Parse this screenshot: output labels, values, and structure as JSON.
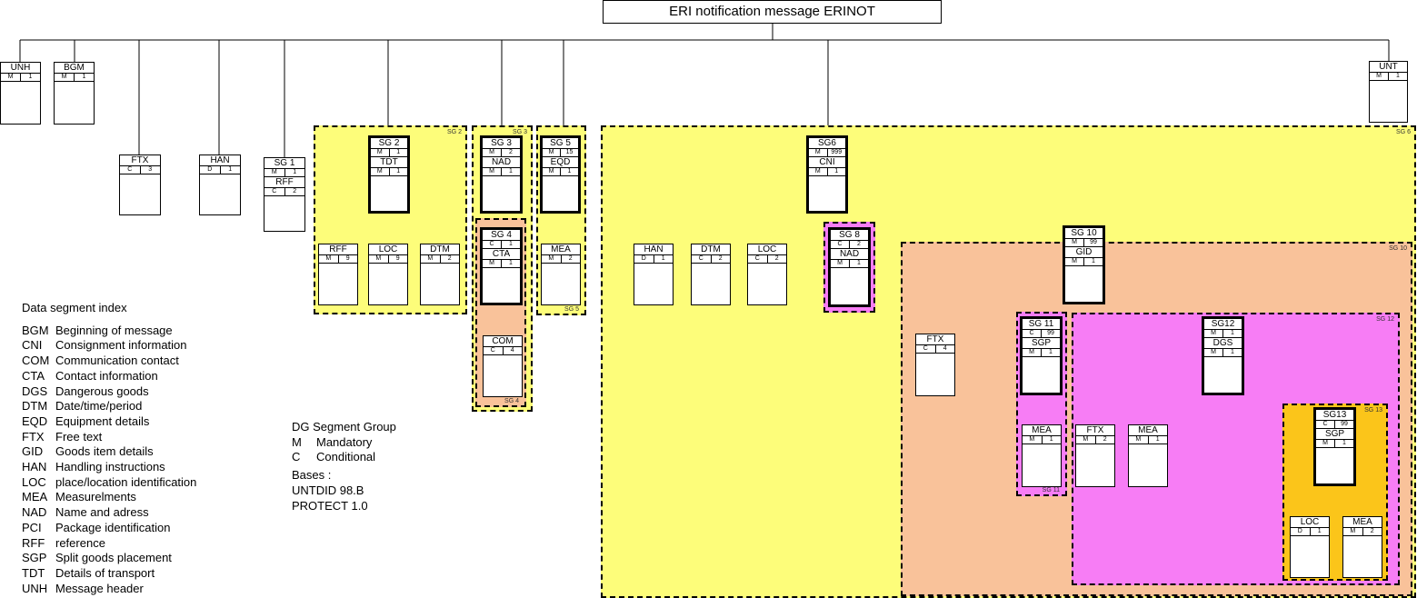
{
  "title": "ERI notification message ERINOT",
  "group_labels": {
    "sg2": "SG 2",
    "sg3": "SG 3",
    "sg4": "SG 4",
    "sg5": "SG 5",
    "sg6": "SG 6",
    "sg8": "SG 8",
    "sg10": "SG 10",
    "sg11": "SG 11",
    "sg12": "SG 12",
    "sg13": "SG 13"
  },
  "segments": {
    "unh": {
      "tag": "UNH",
      "st": "M",
      "rep": "1"
    },
    "bgm": {
      "tag": "BGM",
      "st": "M",
      "rep": "1"
    },
    "ftx": {
      "tag": "FTX",
      "st": "C",
      "rep": "3"
    },
    "han": {
      "tag": "HAN",
      "st": "D",
      "rep": "1"
    },
    "sg1": {
      "tag": "SG 1",
      "st": "M",
      "rep": "1",
      "tag2": "RFF",
      "st2": "C",
      "rep2": "2"
    },
    "sg2": {
      "tag": "SG 2",
      "st": "M",
      "rep": "1",
      "tag2": "TDT",
      "st2": "M",
      "rep2": "1"
    },
    "sg2_rff": {
      "tag": "RFF",
      "st": "M",
      "rep": "9"
    },
    "sg2_loc": {
      "tag": "LOC",
      "st": "M",
      "rep": "9"
    },
    "sg2_dtm": {
      "tag": "DTM",
      "st": "M",
      "rep": "2"
    },
    "sg3": {
      "tag": "SG 3",
      "st": "M",
      "rep": "2",
      "tag2": "NAD",
      "st2": "M",
      "rep2": "1"
    },
    "sg4": {
      "tag": "SG 4",
      "st": "C",
      "rep": "1",
      "tag2": "CTA",
      "st2": "M",
      "rep2": "1"
    },
    "sg4_com": {
      "tag": "COM",
      "st": "C",
      "rep": "4"
    },
    "sg5": {
      "tag": "SG 5",
      "st": "M",
      "rep": "15",
      "tag2": "EQD",
      "st2": "M",
      "rep2": "1"
    },
    "sg5_mea": {
      "tag": "MEA",
      "st": "M",
      "rep": "2"
    },
    "sg6": {
      "tag": "SG6",
      "st": "M",
      "rep": "999",
      "tag2": "CNI",
      "st2": "M",
      "rep2": "1"
    },
    "sg6_han": {
      "tag": "HAN",
      "st": "D",
      "rep": "1"
    },
    "sg6_dtm": {
      "tag": "DTM",
      "st": "C",
      "rep": "2"
    },
    "sg6_loc": {
      "tag": "LOC",
      "st": "C",
      "rep": "2"
    },
    "sg8": {
      "tag": "SG 8",
      "st": "C",
      "rep": "2",
      "tag2": "NAD",
      "st2": "M",
      "rep2": "1"
    },
    "sg10": {
      "tag": "SG 10",
      "st": "M",
      "rep": "99",
      "tag2": "GID",
      "st2": "M",
      "rep2": "1"
    },
    "sg10_ftx": {
      "tag": "FTX",
      "st": "C",
      "rep": "4"
    },
    "sg11": {
      "tag": "SG 11",
      "st": "C",
      "rep": "99",
      "tag2": "SGP",
      "st2": "M",
      "rep2": "1"
    },
    "sg11_mea": {
      "tag": "MEA",
      "st": "M",
      "rep": "1"
    },
    "sg12": {
      "tag": "SG12",
      "st": "M",
      "rep": "1",
      "tag2": "DGS",
      "st2": "M",
      "rep2": "1"
    },
    "sg12_ftx": {
      "tag": "FTX",
      "st": "M",
      "rep": "2"
    },
    "sg12_mea": {
      "tag": "MEA",
      "st": "M",
      "rep": "1"
    },
    "sg13": {
      "tag": "SG13",
      "st": "C",
      "rep": "99",
      "tag2": "SGP",
      "st2": "M",
      "rep2": "1"
    },
    "sg13_loc": {
      "tag": "LOC",
      "st": "D",
      "rep": "1"
    },
    "sg13_mea": {
      "tag": "MEA",
      "st": "M",
      "rep": "2"
    },
    "unt": {
      "tag": "UNT",
      "st": "M",
      "rep": "1"
    }
  },
  "index": {
    "title": "Data segment index",
    "items": [
      {
        "code": "BGM",
        "desc": "Beginning of message"
      },
      {
        "code": "CNI",
        "desc": "Consignment information"
      },
      {
        "code": "COM",
        "desc": "Communication contact"
      },
      {
        "code": "CTA",
        "desc": "Contact information"
      },
      {
        "code": "DGS",
        "desc": "Dangerous goods"
      },
      {
        "code": "DTM",
        "desc": "Date/time/period"
      },
      {
        "code": "EQD",
        "desc": "Equipment details"
      },
      {
        "code": "FTX",
        "desc": "Free text"
      },
      {
        "code": "GID",
        "desc": "Goods item details"
      },
      {
        "code": "HAN",
        "desc": "Handling instructions"
      },
      {
        "code": "LOC",
        "desc": "place/location identification"
      },
      {
        "code": "MEA",
        "desc": "Measurelments"
      },
      {
        "code": "NAD",
        "desc": "Name and adress"
      },
      {
        "code": "PCI",
        "desc": "Package identification"
      },
      {
        "code": "RFF",
        "desc": "reference"
      },
      {
        "code": "SGP",
        "desc": "Split goods placement"
      },
      {
        "code": "TDT",
        "desc": "Details of transport"
      },
      {
        "code": "UNH",
        "desc": "Message header"
      }
    ]
  },
  "key": {
    "line1": "DG Segment Group",
    "m_code": "M",
    "m_desc": "Mandatory",
    "c_code": "C",
    "c_desc": "Conditional",
    "bases_label": "Bases :",
    "base1": "UNTDID 98.B",
    "base2": "PROTECT 1.0"
  },
  "colors": {
    "yellow": "#fdfd7a",
    "salmon": "#f9c29a",
    "magenta": "#f77df5",
    "orange": "#fbc51a"
  }
}
